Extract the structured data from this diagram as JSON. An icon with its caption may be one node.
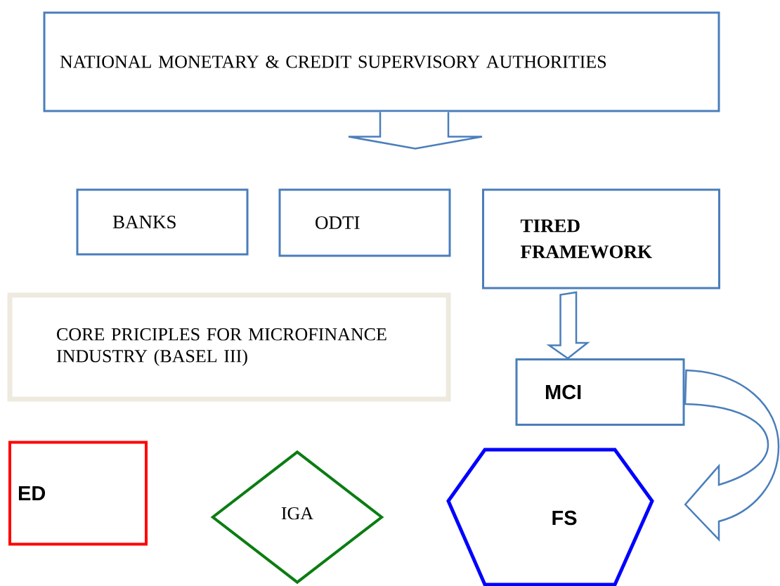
{
  "diagram": {
    "nodes": [
      {
        "text": [
          "NATIONAL MONETARY & CREDIT SUPERVISORY AUTHORITIES"
        ]
      },
      {
        "text": [
          "BANKS"
        ]
      },
      {
        "text": [
          "ODTI"
        ]
      },
      {
        "text": [
          "TIRED FRAMEWORK"
        ]
      },
      {
        "text": [
          "CORE PRICIPLES FOR MICROFINANCE INDUSTRY (BASEL III)"
        ]
      },
      {
        "text": [
          "MCI"
        ]
      },
      {
        "text": [
          "ED"
        ]
      },
      {
        "text": [
          "IGA"
        ]
      },
      {
        "text": [
          "FS"
        ]
      }
    ],
    "edges": [
      {
        "from": 0,
        "to": null,
        "arrow": "to"
      },
      {
        "from": 3,
        "to": 5,
        "arrow": "to"
      },
      {
        "from": 5,
        "to": 8,
        "arrow": "to"
      }
    ]
  }
}
